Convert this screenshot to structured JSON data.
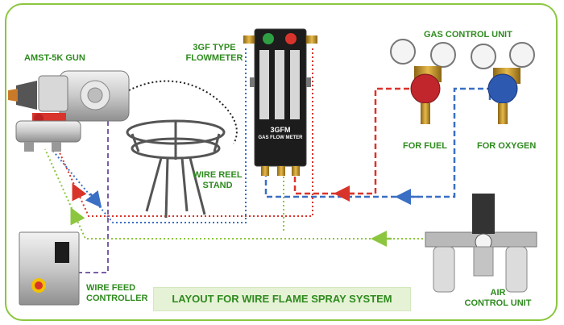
{
  "title": "LAYOUT FOR WIRE FLAME SPRAY SYSTEM",
  "labels": {
    "gun": "AMST-5K GUN",
    "flowmeter_line1": "3GF TYPE",
    "flowmeter_line2": "FLOWMETER",
    "gas_control": "GAS CONTROL UNIT",
    "fuel": "FOR FUEL",
    "oxygen": "FOR OXYGEN",
    "reel_line1": "WIRE REEL",
    "reel_line2": "STAND",
    "feed_line1": "WIRE FEED",
    "feed_line2": "CONTROLLER",
    "air_line1": "AIR",
    "air_line2": "CONTROL UNIT"
  },
  "flowmeter_panel": {
    "brand": "3GFM",
    "caption": "GAS FLOW METER"
  },
  "colors": {
    "frame": "#8cc63f",
    "label": "#2e8b1e",
    "fuel_line": "#d9342b",
    "oxygen_line": "#3a6fc4",
    "air_line": "#8cc63f",
    "control_line": "#7b5ea7",
    "title_background": "#e6f2d6"
  }
}
